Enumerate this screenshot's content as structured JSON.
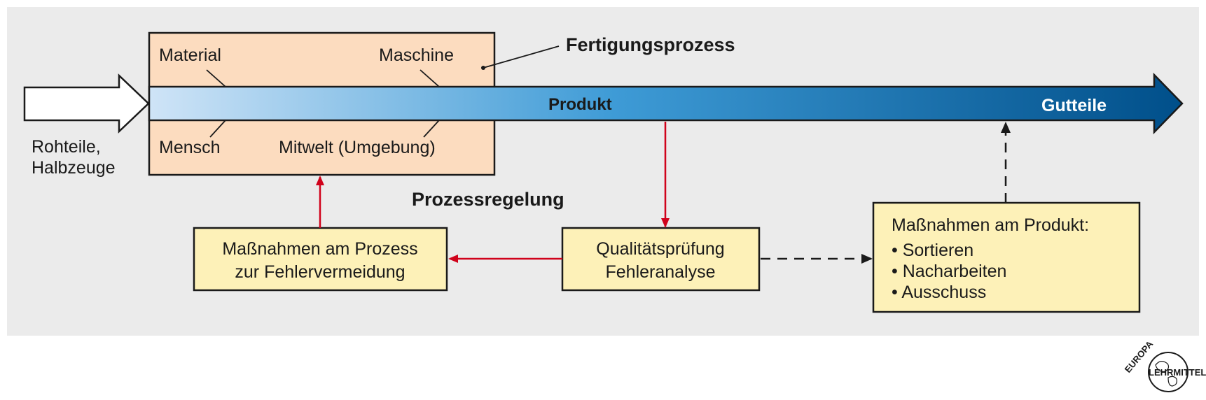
{
  "title": "Fertigungsprozess",
  "input_label_line1": "Rohteile,",
  "input_label_line2": "Halbzeuge",
  "factors": {
    "material": "Material",
    "maschine": "Maschine",
    "mensch": "Mensch",
    "mitwelt": "Mitwelt (Umgebung)"
  },
  "flow": {
    "produkt": "Produkt",
    "gutteile": "Gutteile"
  },
  "control_label": "Prozessregelung",
  "box_process": {
    "line1": "Maßnahmen am Prozess",
    "line2": "zur Fehlervermeidung"
  },
  "box_quality": {
    "line1": "Qualitätsprüfung",
    "line2": "Fehleranalyse"
  },
  "box_product": {
    "heading": "Maßnahmen am Produkt:",
    "items": [
      "• Sortieren",
      "• Nacharbeiten",
      "• Ausschuss"
    ]
  },
  "logo": {
    "top": "EUROPA",
    "bottom": "LEHRMITTEL"
  },
  "colors": {
    "panel": "#ebebeb",
    "process_box": "#fcdcbf",
    "action_box": "#fdf1b8",
    "arrow_start": "#cfe4f7",
    "arrow_mid": "#3e9bd6",
    "arrow_end": "#004f8a",
    "control_red": "#d0021b"
  }
}
